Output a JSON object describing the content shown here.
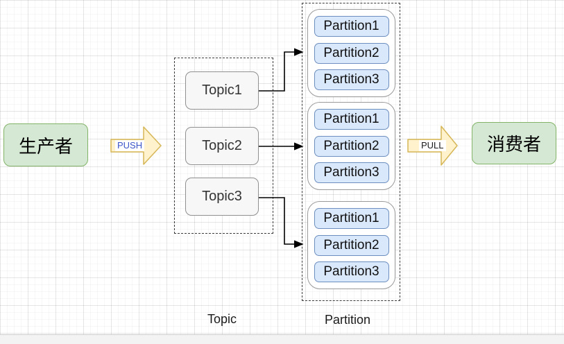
{
  "diagram": {
    "producer": {
      "label": "生产者"
    },
    "consumer": {
      "label": "消费者"
    },
    "push": {
      "label": "PUSH"
    },
    "pull": {
      "label": "PULL"
    },
    "topic_section": {
      "caption": "Topic",
      "items": [
        {
          "label": "Topic1"
        },
        {
          "label": "Topic2"
        },
        {
          "label": "Topic3"
        }
      ]
    },
    "partition_section": {
      "caption": "Partition",
      "groups": [
        {
          "items": [
            {
              "label": "Partition1"
            },
            {
              "label": "Partition2"
            },
            {
              "label": "Partition3"
            }
          ]
        },
        {
          "items": [
            {
              "label": "Partition1"
            },
            {
              "label": "Partition2"
            },
            {
              "label": "Partition3"
            }
          ]
        },
        {
          "items": [
            {
              "label": "Partition1"
            },
            {
              "label": "Partition2"
            },
            {
              "label": "Partition3"
            }
          ]
        }
      ]
    },
    "colors": {
      "producer_fill": "#d5e8d4",
      "producer_border": "#82b366",
      "topic_fill": "#f7f7f7",
      "topic_border": "#8f8f8f",
      "partition_fill": "#dae8fc",
      "partition_border": "#6c8ebf",
      "block_arrow_fill": "#fff2cc",
      "block_arrow_border": "#d6b656",
      "push_text": "#3b54c8",
      "pull_text": "#1a1a1a",
      "connector": "#000000"
    }
  }
}
